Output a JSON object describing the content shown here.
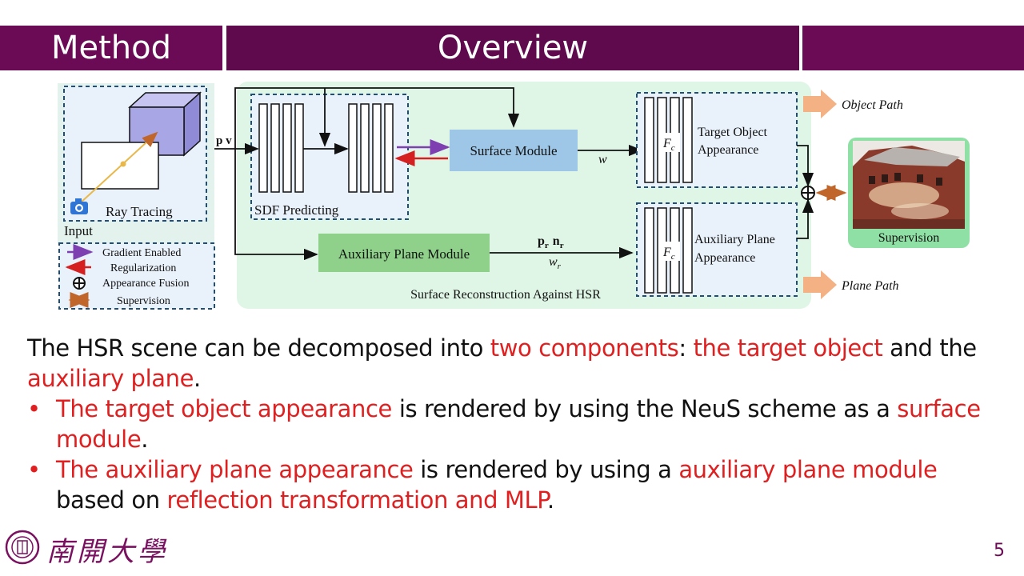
{
  "header": {
    "left": "Method",
    "center": "Overview",
    "right": ""
  },
  "diagram": {
    "input_panel": {
      "ray_tracing": "Ray Tracing",
      "input": "Input"
    },
    "pv_label": "p v",
    "sdf_label": "SDF Predicting",
    "surface_module": "Surface Module",
    "w_label": "w",
    "aux_module": "Auxiliary Plane Module",
    "pr_nr_label": {
      "p": "p",
      "p_sub": "r",
      "n": "n",
      "n_sub": "r"
    },
    "wr_label": {
      "w": "w",
      "sub": "r"
    },
    "fc_label": {
      "f": "F",
      "sub": "c"
    },
    "target_appearance": [
      "Target Object",
      "Appearance"
    ],
    "aux_appearance": [
      "Auxiliary Plane",
      "Appearance"
    ],
    "object_path": "Object Path",
    "plane_path": "Plane Path",
    "supervision": "Supervision",
    "main_caption": "Surface Reconstruction Against HSR",
    "legend": {
      "gradient": "Gradient Enabled",
      "regularization": "Regularization",
      "fusion": "Appearance Fusion",
      "supervision": "Supervision"
    },
    "colors": {
      "panel_green": "#dff5e6",
      "panel_blue": "#e9f1fa",
      "surface_blue": "#9ec6e6",
      "aux_green": "#8fd18b",
      "cube": "#a9a6e6",
      "purple_arrow": "#7e3fb0",
      "red_arrow": "#d42020",
      "orange_arrow": "#c0662a",
      "path_orange": "#f4b183"
    }
  },
  "body": {
    "p1": {
      "a": "The HSR scene can be decomposed into ",
      "b": "two components",
      "c": ": ",
      "d": "the target object",
      "e": " and the ",
      "f": "auxiliary plane",
      "g": "."
    },
    "b1": {
      "bullet": "•",
      "a": "The target object appearance",
      "b": " is rendered by using the NeuS scheme as a ",
      "c": "surface module",
      "d": "."
    },
    "b2": {
      "bullet": "•",
      "a": "The auxiliary plane appearance",
      "b": " is rendered by using a ",
      "c": "auxiliary plane module",
      "d": " based on ",
      "e": "reflection transformation and MLP",
      "f": "."
    }
  },
  "footer": {
    "university": "南開大學",
    "page": "5"
  }
}
